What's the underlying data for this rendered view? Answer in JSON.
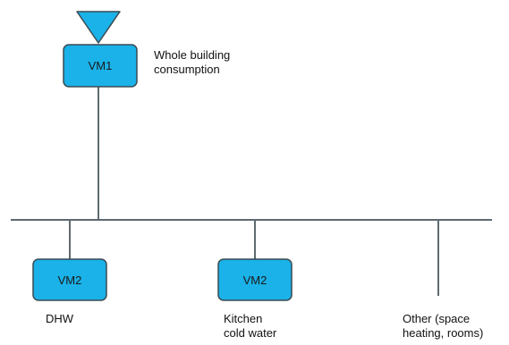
{
  "colors": {
    "meter_fill": "#1ab2e8",
    "meter_stroke": "#3a4a52",
    "line": "#5f6a70"
  },
  "icons": {
    "supply": "inverted-triangle-icon"
  },
  "main_meter": {
    "label": "VM1",
    "caption_line1": "Whole building",
    "caption_line2": "consumption"
  },
  "submeters": [
    {
      "label": "VM2",
      "caption_line1": "DHW",
      "caption_line2": ""
    },
    {
      "label": "VM2",
      "caption_line1": "Kitchen",
      "caption_line2": "cold water"
    }
  ],
  "branch_other": {
    "caption_line1": "Other (space",
    "caption_line2": "heating, rooms)"
  }
}
